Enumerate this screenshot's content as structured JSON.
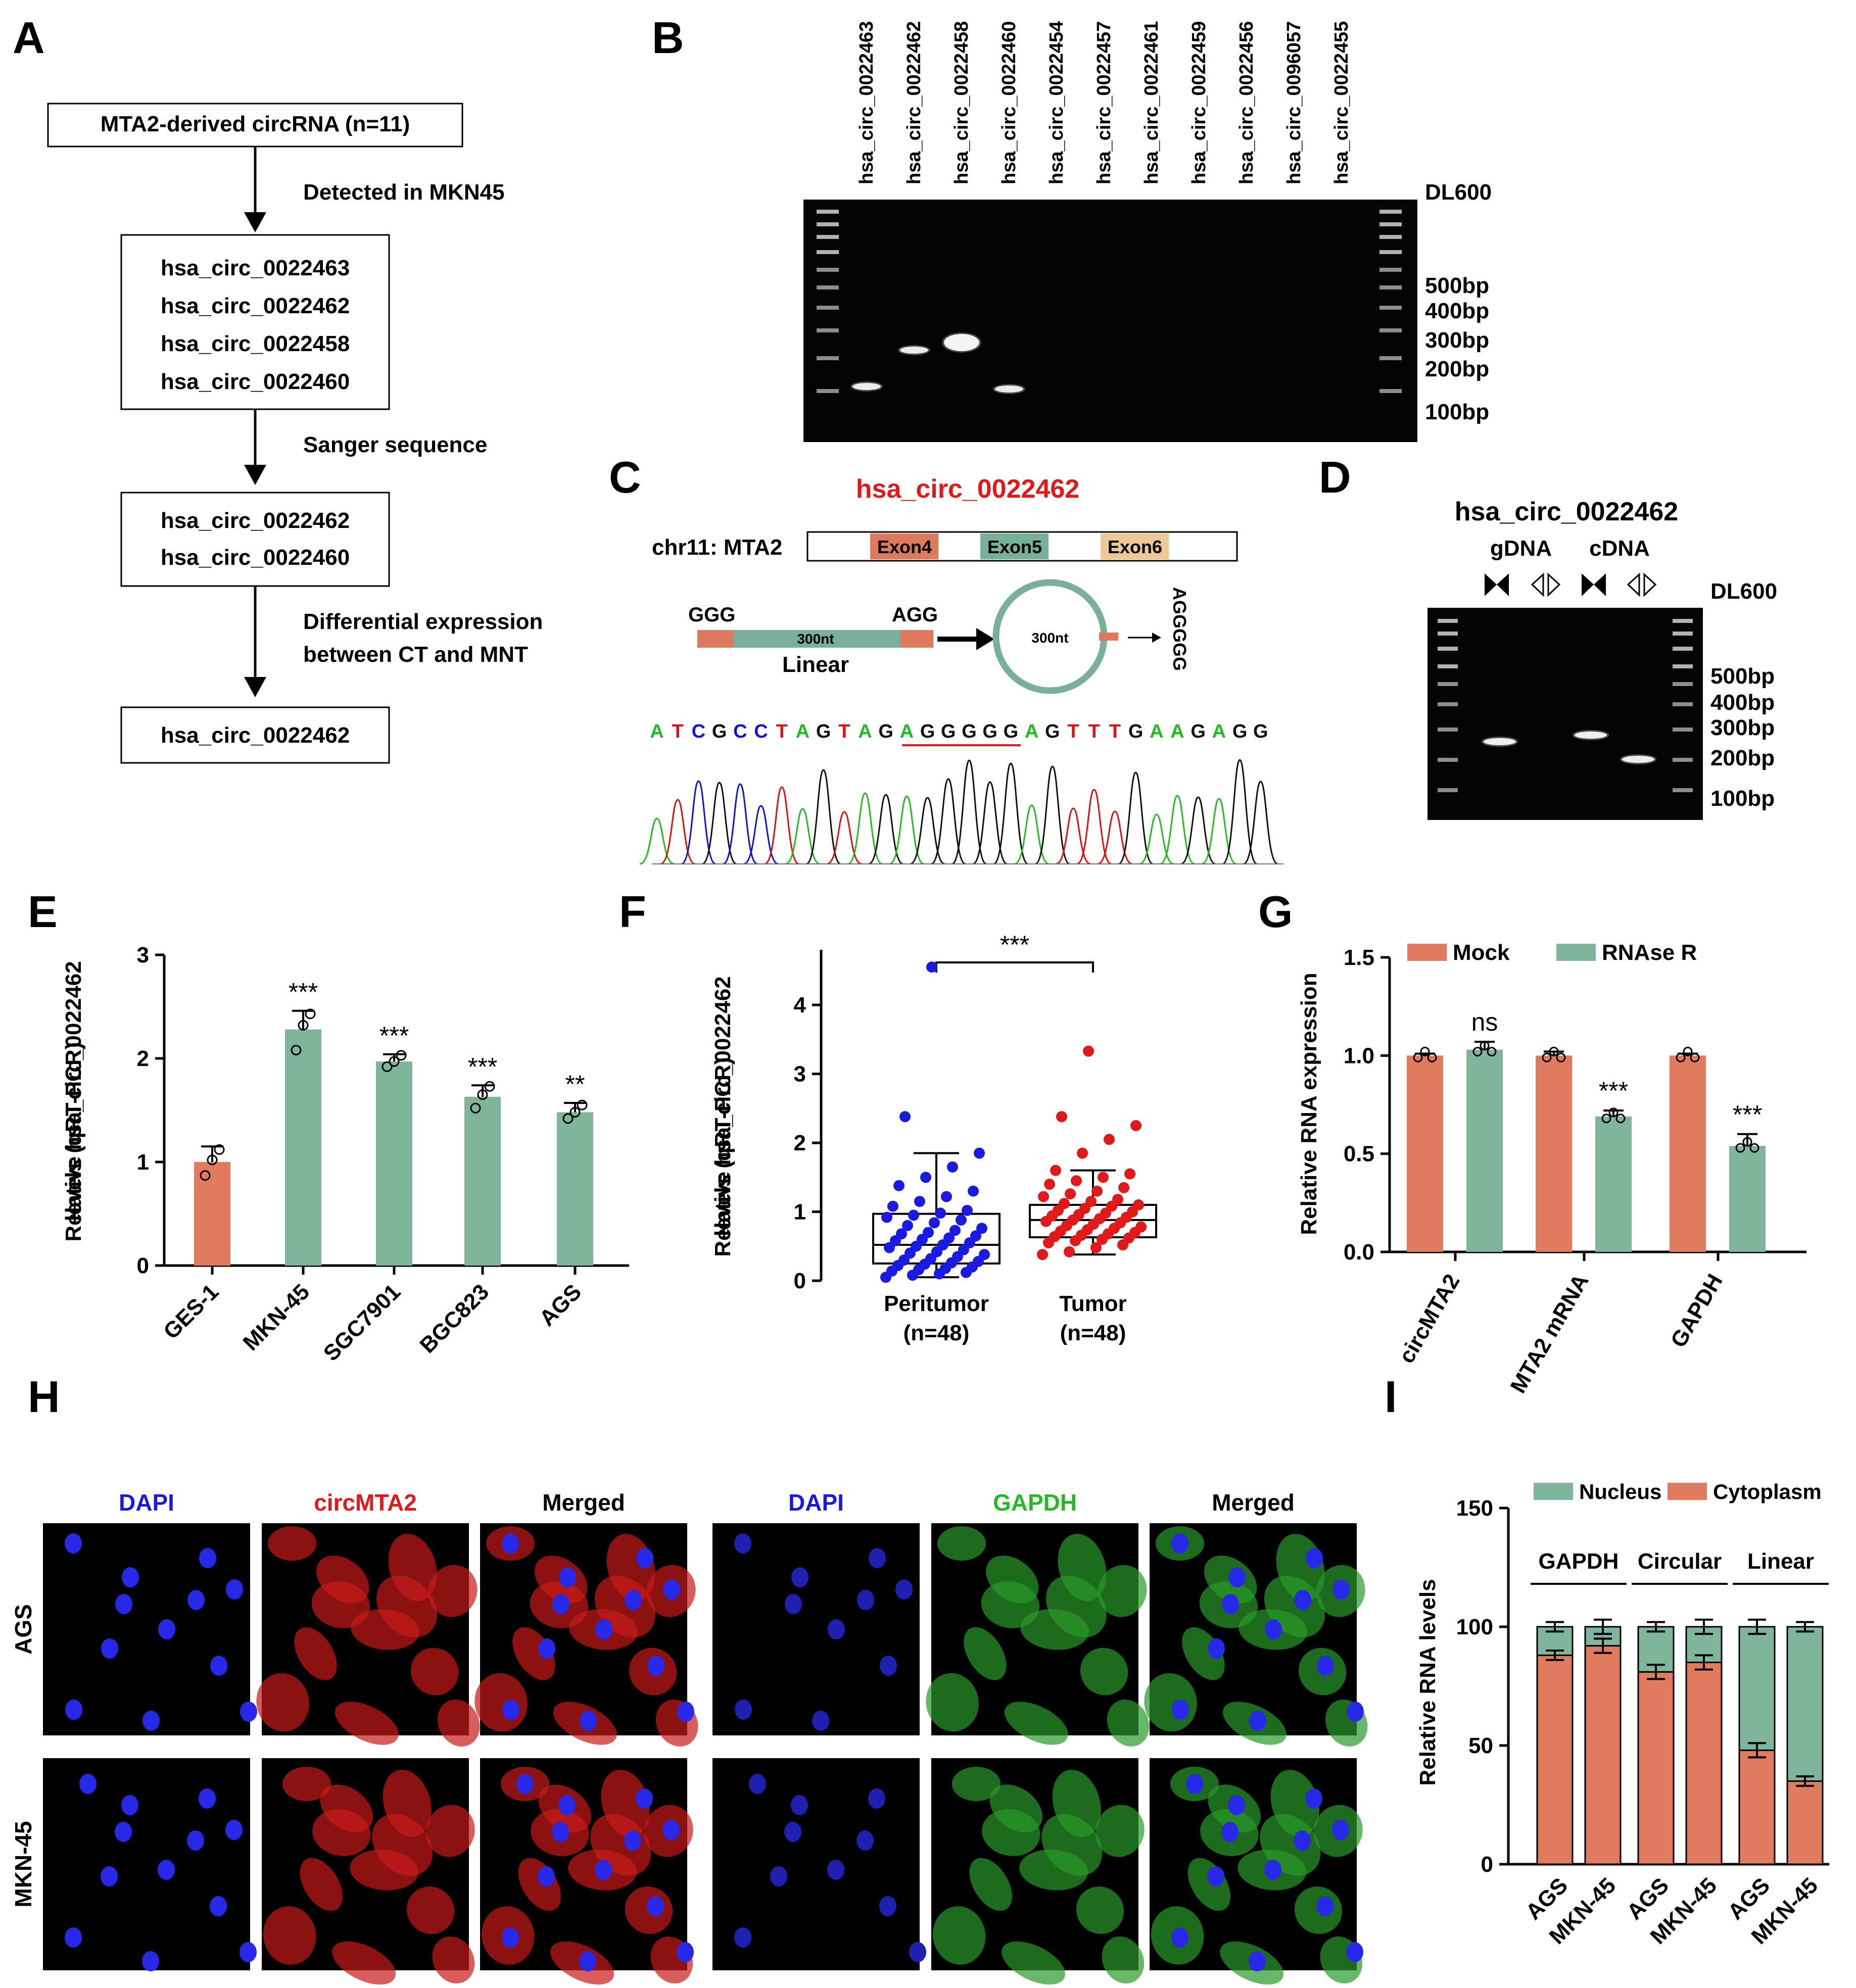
{
  "panels": {
    "A": {
      "label": "A",
      "top_box": "MTA2-derived circRNA (n=11)",
      "step1": "Detected in MKN45",
      "box2": [
        "hsa_circ_0022463",
        "hsa_circ_0022462",
        "hsa_circ_0022458",
        "hsa_circ_0022460"
      ],
      "step2": "Sanger sequence",
      "box3": [
        "hsa_circ_0022462",
        "hsa_circ_0022460"
      ],
      "step3_line1": "Differential expression",
      "step3_line2": "between CT and MNT",
      "box4": "hsa_circ_0022462"
    },
    "B": {
      "label": "B",
      "lanes": [
        "hsa_circ_0022463",
        "hsa_circ_0022462",
        "hsa_circ_0022458",
        "hsa_circ_0022460",
        "hsa_circ_0022454",
        "hsa_circ_0022457",
        "hsa_circ_0022461",
        "hsa_circ_0022459",
        "hsa_circ_0022456",
        "hsa_circ_0096057",
        "hsa_circ_0022455"
      ],
      "marker": "DL600",
      "sizes": [
        "500bp",
        "400bp",
        "300bp",
        "200bp",
        "100bp"
      ]
    },
    "C": {
      "label": "C",
      "title": "hsa_circ_0022462",
      "chrom": "chr11: MTA2",
      "exons": [
        "Exon4",
        "Exon5",
        "Exon6"
      ],
      "left_seq": "GGG",
      "right_seq": "AGG",
      "linear_len": "300nt",
      "linear_label": "Linear",
      "circle_len": "300nt",
      "junction_seq": "AGGGGG",
      "sequence": "ATCGCCTAGTAGAGGGGGAGTTTGAAGAGG",
      "colors": {
        "A": "#22bb22",
        "T": "#dd1111",
        "C": "#1111dd",
        "G": "#111111",
        "exon4": "#dd7a5e",
        "exon5": "#78b09a",
        "exon6": "#f0c898",
        "circle": "#78b09a"
      }
    },
    "D": {
      "label": "D",
      "title": "hsa_circ_0022462",
      "gdna": "gDNA",
      "cdna": "cDNA",
      "marker": "DL600",
      "sizes": [
        "500bp",
        "400bp",
        "300bp",
        "200bp",
        "100bp"
      ]
    },
    "E": {
      "label": "E"
    },
    "F": {
      "label": "F"
    },
    "G": {
      "label": "G"
    },
    "H": {
      "label": "H",
      "columns": [
        "DAPI",
        "circMTA2",
        "Merged",
        "DAPI",
        "GAPDH",
        "Merged"
      ],
      "rows": [
        "AGS",
        "MKN-45"
      ],
      "col_colors": [
        "#1a1adc",
        "#e01a1a",
        "#000000",
        "#1a1adc",
        "#22bb22",
        "#000000"
      ]
    },
    "I": {
      "label": "I"
    }
  },
  "chart_data": [
    {
      "panel": "E",
      "type": "bar",
      "categories": [
        "GES-1",
        "MKN-45",
        "SGC7901",
        "BGC823",
        "AGS"
      ],
      "values": [
        1.0,
        2.28,
        1.97,
        1.63,
        1.48
      ],
      "errors": [
        0.15,
        0.18,
        0.07,
        0.11,
        0.09
      ],
      "points": [
        [
          0.87,
          1.02,
          1.12
        ],
        [
          2.08,
          2.32,
          2.43
        ],
        [
          1.92,
          1.97,
          2.03
        ],
        [
          1.52,
          1.65,
          1.73
        ],
        [
          1.42,
          1.48,
          1.55
        ]
      ],
      "significance": [
        "",
        "***",
        "***",
        "***",
        "**"
      ],
      "ylabel": "Relative hsa_circ_0022462\nlevels (qRT-PCR)",
      "ylim": [
        0,
        3
      ],
      "yticks": [
        "0",
        "1",
        "2",
        "3"
      ],
      "colors": [
        "#e07b5f",
        "#7fb59b",
        "#7fb59b",
        "#7fb59b",
        "#7fb59b"
      ]
    },
    {
      "panel": "F",
      "type": "box",
      "categories": [
        "Peritumor\n(n=48)",
        "Tumor\n(n=48)"
      ],
      "boxes": [
        {
          "min": 0.05,
          "q1": 0.25,
          "median": 0.52,
          "q3": 0.97,
          "max": 1.85,
          "outlier": 4.55
        },
        {
          "min": 0.38,
          "q1": 0.63,
          "median": 0.88,
          "q3": 1.1,
          "max": 1.6,
          "outlier": 3.33
        }
      ],
      "points": [
        [
          0.05,
          0.08,
          0.1,
          0.12,
          0.14,
          0.16,
          0.18,
          0.2,
          0.22,
          0.24,
          0.26,
          0.28,
          0.3,
          0.32,
          0.35,
          0.38,
          0.4,
          0.42,
          0.45,
          0.48,
          0.5,
          0.52,
          0.55,
          0.58,
          0.6,
          0.62,
          0.65,
          0.68,
          0.7,
          0.73,
          0.76,
          0.8,
          0.84,
          0.88,
          0.92,
          0.95,
          0.98,
          1.02,
          1.08,
          1.15,
          1.22,
          1.3,
          1.38,
          1.5,
          1.65,
          1.85,
          2.38,
          4.55
        ],
        [
          0.38,
          0.42,
          0.48,
          0.52,
          0.55,
          0.58,
          0.6,
          0.62,
          0.64,
          0.66,
          0.68,
          0.7,
          0.72,
          0.74,
          0.76,
          0.78,
          0.8,
          0.82,
          0.84,
          0.86,
          0.88,
          0.9,
          0.92,
          0.94,
          0.96,
          0.98,
          1.0,
          1.02,
          1.05,
          1.08,
          1.1,
          1.12,
          1.15,
          1.18,
          1.22,
          1.26,
          1.3,
          1.35,
          1.4,
          1.45,
          1.5,
          1.55,
          1.6,
          1.85,
          2.05,
          2.25,
          2.38,
          3.33
        ]
      ],
      "colors": [
        "#1a1ae0",
        "#e01a1a"
      ],
      "significance": "***",
      "ylabel": "Relative hsa_circ_0022462\nlevels (qRT-PCR)",
      "ylim": [
        0,
        4.8
      ],
      "yticks": [
        "0",
        "1",
        "2",
        "3",
        "4"
      ]
    },
    {
      "panel": "G",
      "type": "bar",
      "categories": [
        "circMTA2",
        "MTA2 mRNA",
        "GAPDH"
      ],
      "series": [
        {
          "name": "Mock",
          "values": [
            1.0,
            1.0,
            1.0
          ],
          "errors": [
            0.01,
            0.02,
            0.01
          ],
          "color": "#e07b5f"
        },
        {
          "name": "RNAse R",
          "values": [
            1.03,
            0.69,
            0.54
          ],
          "errors": [
            0.04,
            0.03,
            0.06
          ],
          "color": "#7fb59b"
        }
      ],
      "significance": [
        "ns",
        "***",
        "***"
      ],
      "ylabel": "Relative RNA expression",
      "ylim": [
        0,
        1.5
      ],
      "yticks": [
        "0.0",
        "0.5",
        "1.0",
        "1.5"
      ]
    },
    {
      "panel": "I",
      "type": "stacked-bar",
      "categories": [
        "AGS",
        "MKN-45",
        "AGS",
        "MKN-45",
        "AGS",
        "MKN-45"
      ],
      "groups": [
        "GAPDH",
        "Circular",
        "Linear"
      ],
      "series": [
        {
          "name": "Cytoplasm",
          "values": [
            88,
            92,
            81,
            85,
            48,
            35
          ],
          "errors": [
            2,
            3,
            3,
            3,
            3,
            2
          ],
          "color": "#e07b5f"
        },
        {
          "name": "Nucleus",
          "values": [
            12,
            8,
            19,
            15,
            52,
            65
          ],
          "errors": [
            2,
            3,
            2,
            3,
            3,
            2
          ],
          "color": "#7fb59b"
        }
      ],
      "ylabel": "Relative RNA levels",
      "ylim": [
        0,
        150
      ],
      "yticks": [
        "0",
        "50",
        "100",
        "150"
      ]
    }
  ]
}
